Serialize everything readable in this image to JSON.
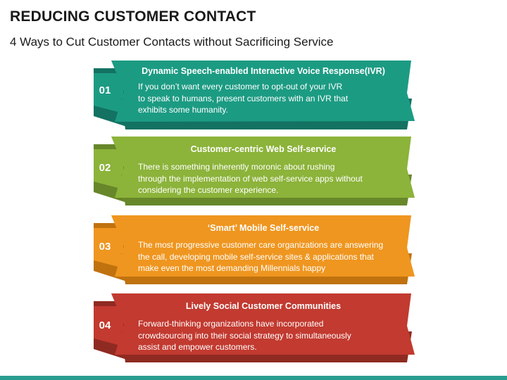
{
  "title": "REDUCING CUSTOMER CONTACT",
  "subtitle": "4 Ways to Cut Customer Contacts without Sacrificing Service",
  "items": [
    {
      "number": "01",
      "heading": "Dynamic Speech-enabled Interactive Voice Response(IVR)",
      "description_lines": [
        "If you don’t want every customer to opt-out of your IVR",
        "to speak to humans, present customers with an IVR that",
        "exhibits some humanity."
      ],
      "colors": {
        "main": "#1c9b83",
        "dark": "#137262"
      }
    },
    {
      "number": "02",
      "heading": "Customer-centric Web Self-service",
      "description_lines": [
        "There is something inherently moronic about rushing",
        "through the implementation of web self-service apps without",
        "considering the customer experience."
      ],
      "colors": {
        "main": "#8cb33a",
        "dark": "#67872a"
      }
    },
    {
      "number": "03",
      "heading": "‘Smart’ Mobile Self-service",
      "description_lines": [
        "The most progressive customer care organizations are answering",
        "the call, developing mobile self-service sites & applications that",
        "make even the most demanding Millennials happy"
      ],
      "colors": {
        "main": "#ef9620",
        "dark": "#c0720f"
      }
    },
    {
      "number": "04",
      "heading": "Lively Social Customer Communities",
      "description_lines": [
        "Forward-thinking organizations have incorporated",
        "crowdsourcing into their social strategy to simultaneously",
        "assist and empower customers."
      ],
      "colors": {
        "main": "#c23a30",
        "dark": "#8f2a22"
      }
    }
  ]
}
